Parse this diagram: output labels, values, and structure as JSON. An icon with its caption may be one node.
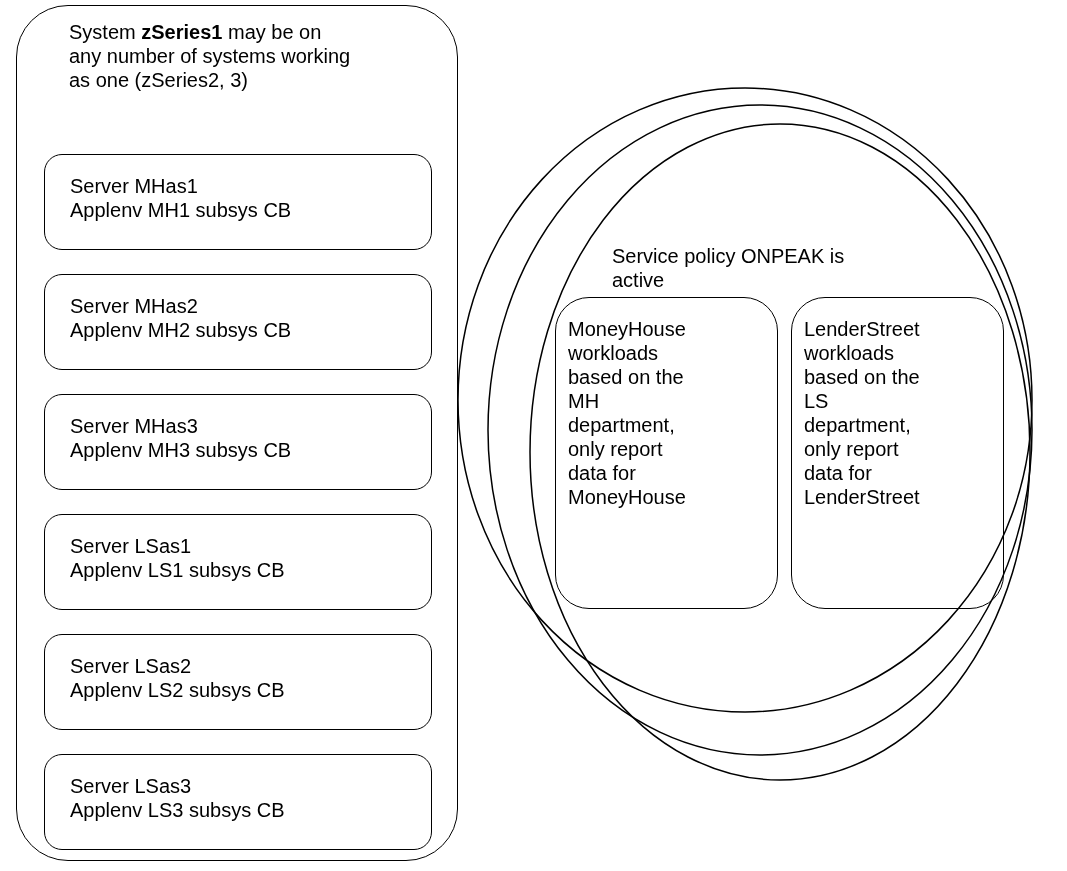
{
  "diagram": {
    "nodes": [
      {
        "text": [
          "System **zSeries1** may be on any number of systems working as one (zSeries2, 3)"
        ]
      },
      {
        "text": [
          "Server MHas1",
          "Applenv MH1 subsys CB"
        ],
        "in": 0
      },
      {
        "text": [
          "Server MHas2",
          "Applenv MH2 subsys CB"
        ],
        "in": 0
      },
      {
        "text": [
          "Server MHas3",
          "Applenv MH3 subsys CB"
        ],
        "in": 0
      },
      {
        "text": [
          "Server LSas1",
          "Applenv LS1 subsys CB"
        ],
        "in": 0
      },
      {
        "text": [
          "Server LSas2",
          "Applenv LS2 subsys CB"
        ],
        "in": 0
      },
      {
        "text": [
          "Server LSas3",
          "Applenv LS3 subsys CB"
        ],
        "in": 0
      },
      {
        "text": [],
        "shape": "circle"
      },
      {
        "text": [],
        "shape": "circle"
      },
      {
        "text": [
          "Service policy ONPEAK is active"
        ]
      },
      {
        "text": [
          "MoneyHouse workloads based on the MH department, only report data for MoneyHouse"
        ],
        "in": 9
      },
      {
        "text": [
          "LenderStreet workloads based on the LS department, only report data for LenderStreet"
        ],
        "in": 9
      }
    ]
  }
}
